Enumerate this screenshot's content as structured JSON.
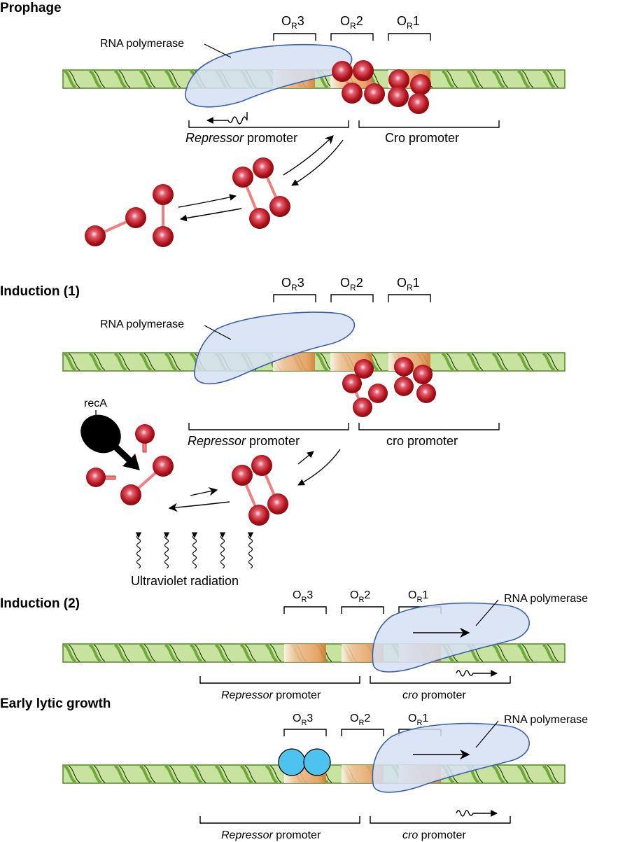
{
  "panels": [
    {
      "title": "Prophage",
      "operators": [
        "3",
        "2",
        "1"
      ],
      "operator_prefix": "O",
      "operator_sub": "R",
      "polymerase_label": "RNA polymerase",
      "left_promoter": {
        "italic": "Repressor",
        "rest": " promoter"
      },
      "right_promoter": {
        "italic": "",
        "rest": "Cro promoter"
      }
    },
    {
      "title": "Induction (1)",
      "operators": [
        "3",
        "2",
        "1"
      ],
      "operator_prefix": "O",
      "operator_sub": "R",
      "polymerase_label": "RNA polymerase",
      "left_promoter": {
        "italic": "Repressor",
        "rest": " promoter"
      },
      "right_promoter": {
        "italic": "",
        "rest": "cro promoter"
      },
      "protease_label": "recA",
      "radiation_label": "Ultraviolet radiation"
    },
    {
      "title": "Induction (2)",
      "operators": [
        "3",
        "2",
        "1"
      ],
      "operator_prefix": "O",
      "operator_sub": "R",
      "polymerase_label": "RNA polymerase",
      "left_promoter": {
        "italic": "Repressor",
        "rest": " promoter"
      },
      "right_promoter": {
        "italic": "cro",
        "rest": " promoter"
      }
    },
    {
      "title": "Early lytic growth",
      "operators": [
        "3",
        "2",
        "1"
      ],
      "operator_prefix": "O",
      "operator_sub": "R",
      "polymerase_label": "RNA polymerase",
      "left_promoter": {
        "italic": "Repressor",
        "rest": " promoter"
      },
      "right_promoter": {
        "italic": "cro",
        "rest": " promoter"
      }
    }
  ],
  "colors": {
    "dna_fill": "#c8e3a0",
    "dna_stroke": "#4f8a1e",
    "dna_stripe": "#6ea83a",
    "operator": "#e8955a",
    "repressor": "#b5121b",
    "polymerase": "#d6e0f3",
    "polymerase_edge": "#3a5fb0",
    "cro": "#4fc3f0"
  }
}
